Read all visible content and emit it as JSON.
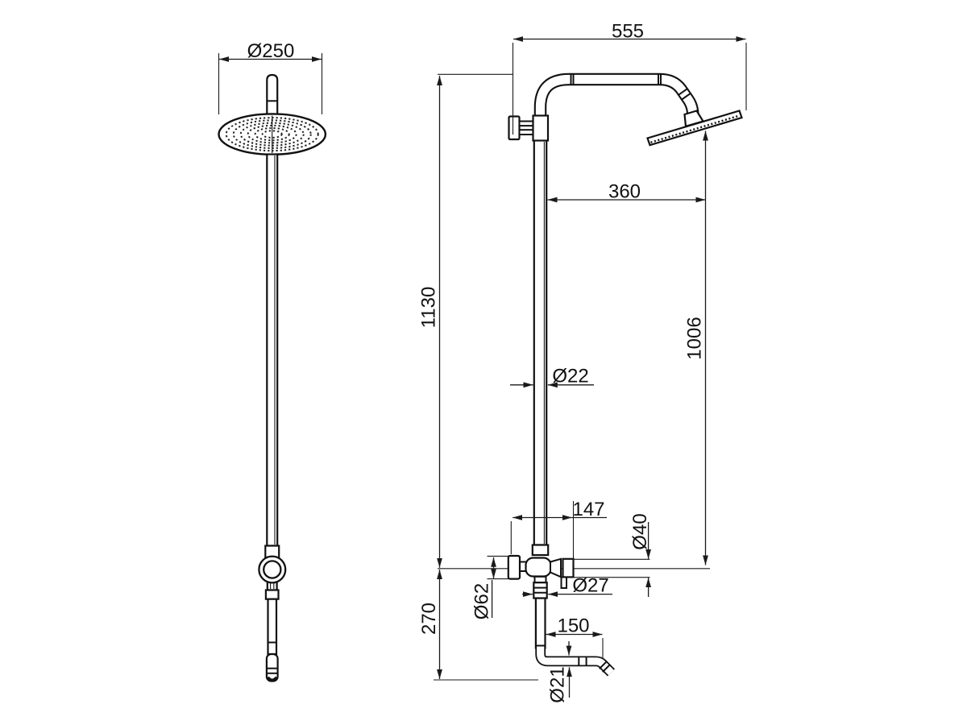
{
  "drawing": {
    "title": "shower-column-technical-drawing",
    "views": {
      "front_view": "front-projection-of-shower-head-and-riser",
      "side_view": "side-projection-of-shower-column"
    },
    "labels": {
      "head_diameter": "Ø250",
      "arm_reach": "555",
      "head_offset": "360",
      "riser_height": "1130",
      "head_to_outlet": "1006",
      "riser_pipe_diameter": "Ø22",
      "valve_depth": "147",
      "handle_diameter": "Ø40",
      "outlet_connector_diameter": "Ø27",
      "flange_diameter": "Ø62",
      "outlet_drop": "270",
      "spout_reach": "150",
      "spout_pipe_diameter": "Ø21"
    }
  }
}
